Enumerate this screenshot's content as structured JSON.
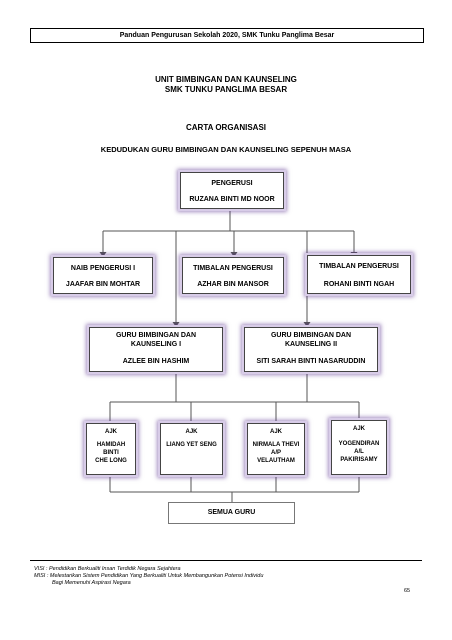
{
  "header": {
    "text": "Panduan Pengurusan Sekolah 2020, SMK Tunku Panglima Besar"
  },
  "title": {
    "line1": "UNIT BIMBINGAN DAN KAUNSELING",
    "line2": "SMK TUNKU PANGLIMA BESAR"
  },
  "subtitle": "CARTA ORGANISASI",
  "heading": "KEDUDUKAN GURU BIMBINGAN DAN KAUNSELING SEPENUH MASA",
  "pengerusi": {
    "role": "PENGERUSI",
    "name": "RUZANA BINTI MD NOOR"
  },
  "level2": [
    {
      "role": "NAIB PENGERUSI I",
      "name": "JAAFAR BIN MOHTAR"
    },
    {
      "role": "TIMBALAN PENGERUSI",
      "name": "AZHAR BIN MANSOR"
    },
    {
      "role": "TIMBALAN PENGERUSI",
      "name": "ROHANI BINTI NGAH"
    }
  ],
  "level3": [
    {
      "role_line1": "GURU BIMBINGAN DAN",
      "role_line2": "KAUNSELING I",
      "name": "AZLEE BIN HASHIM"
    },
    {
      "role_line1": "GURU BIMBINGAN DAN",
      "role_line2": "KAUNSELING II",
      "name": "SITI SARAH BINTI NASARUDDIN"
    }
  ],
  "ajk": [
    {
      "role": "AJK",
      "name1": "HAMIDAH",
      "name2": "BINTI",
      "name3": "CHE LONG"
    },
    {
      "role": "AJK",
      "name1": "LIANG YET SENG",
      "name2": "",
      "name3": ""
    },
    {
      "role": "AJK",
      "name1": "NIRMALA THEVI",
      "name2": "A/P",
      "name3": "VELAUTHAM"
    },
    {
      "role": "AJK",
      "name1": "YOGENDIRAN",
      "name2": "A/L",
      "name3": "PAKIRISAMY"
    }
  ],
  "semua": "SEMUA GURU",
  "footer": {
    "visi": "VISI  : Pendidikan Berkualiti Insan Terdidik Negara Sejahtera",
    "misi1": "MISI : Melestarikan Sistem Pendidikan Yang Berkualiti Untuk Membangunkan Potensi Individu",
    "misi2": "Bagi Memenuhi Aspirasi Negara"
  },
  "page_number": "65"
}
